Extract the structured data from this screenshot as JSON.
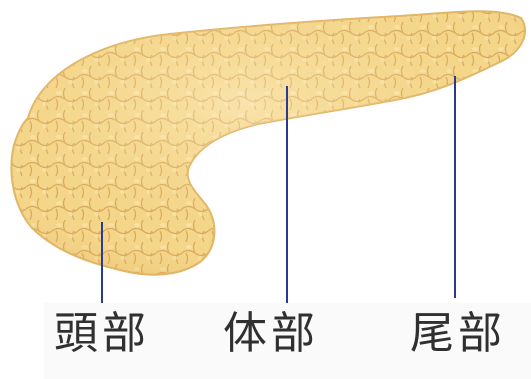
{
  "diagram": {
    "labels": {
      "head": "頭部",
      "body": "体部",
      "tail": "尾部"
    },
    "colors": {
      "organ_fill": "#f4d68a",
      "organ_outline": "#e1b566",
      "lobule_line": "#d9a95b",
      "pointer_line": "#2b3a8f",
      "label_text": "#303030"
    }
  }
}
